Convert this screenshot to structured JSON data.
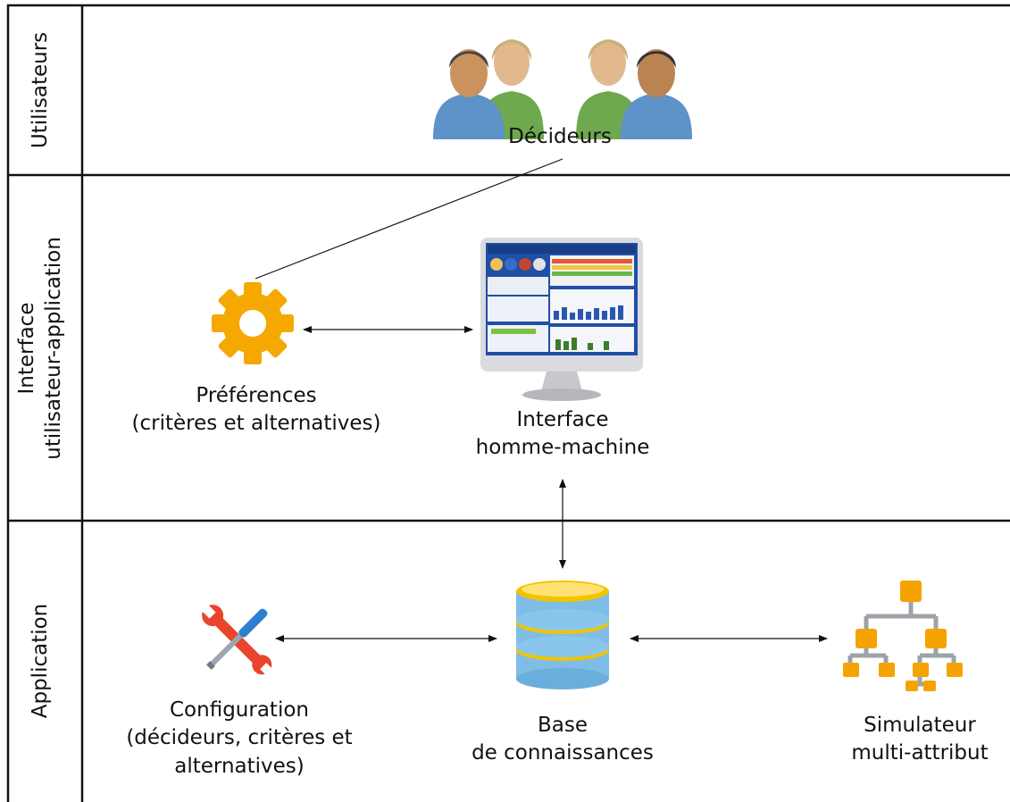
{
  "lanes": {
    "users": "Utilisateurs",
    "interface": {
      "line1": "Interface",
      "line2": "utilisateur-application"
    },
    "application": "Application"
  },
  "nodes": {
    "decideurs": {
      "label": "Décideurs",
      "icon": "users-group-icon"
    },
    "preferences": {
      "line1": "Préférences",
      "line2": "(critères et alternatives)",
      "icon": "gear-icon"
    },
    "ihm": {
      "line1": "Interface",
      "line2": "homme-machine",
      "icon": "monitor-dashboard-icon"
    },
    "configuration": {
      "line1": "Configuration",
      "line2": "(décideurs, critères et",
      "line3": "alternatives)",
      "icon": "wrench-screwdriver-icon"
    },
    "base": {
      "line1": "Base",
      "line2": "de connaissances",
      "icon": "database-icon"
    },
    "simulateur": {
      "line1": "Simulateur",
      "line2": "multi-attribut",
      "icon": "hierarchy-icon"
    }
  },
  "colors": {
    "gear": "#f5a800",
    "database": "#7fbde6",
    "database_band": "#f2c400",
    "hierarchy": "#f5a300",
    "wrench": "#e8452c",
    "screwdriver": "#2d7fd0"
  }
}
